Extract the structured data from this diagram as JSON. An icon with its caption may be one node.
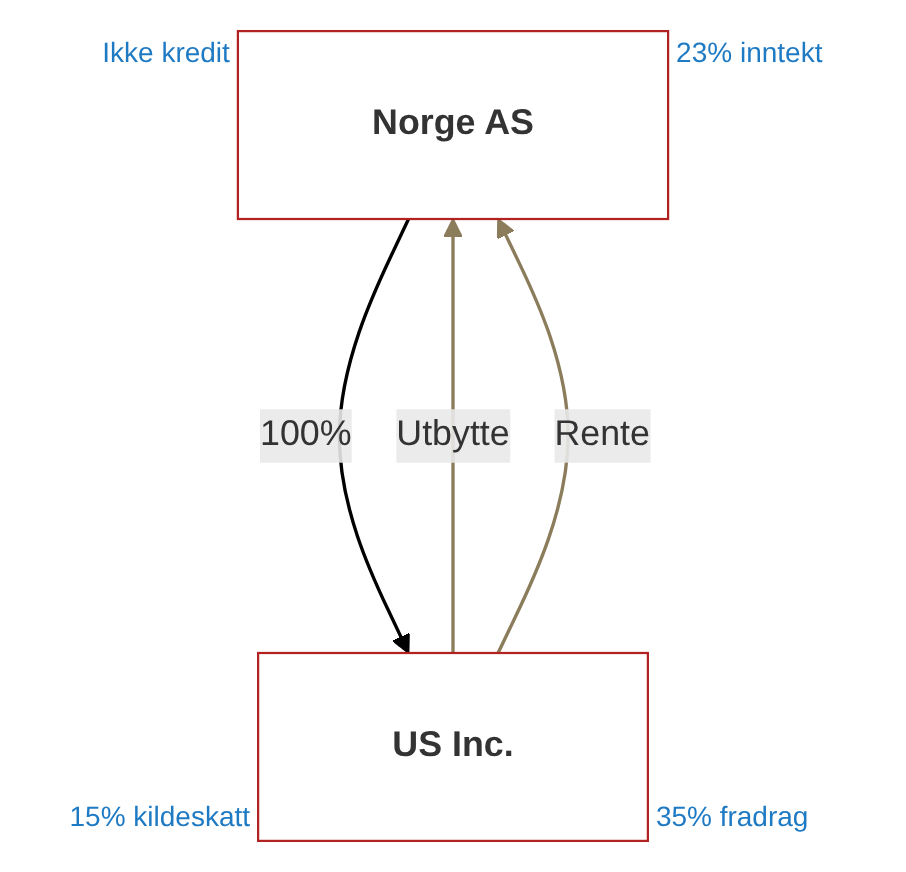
{
  "diagram": {
    "nodes": [
      {
        "text": [
          "Norge AS"
        ],
        "beside": [
          "Ikke kredit",
          "23% inntekt"
        ]
      },
      {
        "text": [
          "US Inc."
        ],
        "beside": [
          "15% kildeskatt",
          "35% fradrag"
        ]
      }
    ],
    "edges": [
      {
        "from": 0,
        "to": 1,
        "arrow": "to",
        "label": "100%",
        "color": "#000000"
      },
      {
        "from": 1,
        "to": 0,
        "arrow": "to",
        "label": "Utbytte",
        "color": "#8b7d5b"
      },
      {
        "from": 1,
        "to": 0,
        "arrow": "to",
        "label": "Rente",
        "color": "#8b7d5b"
      }
    ]
  }
}
